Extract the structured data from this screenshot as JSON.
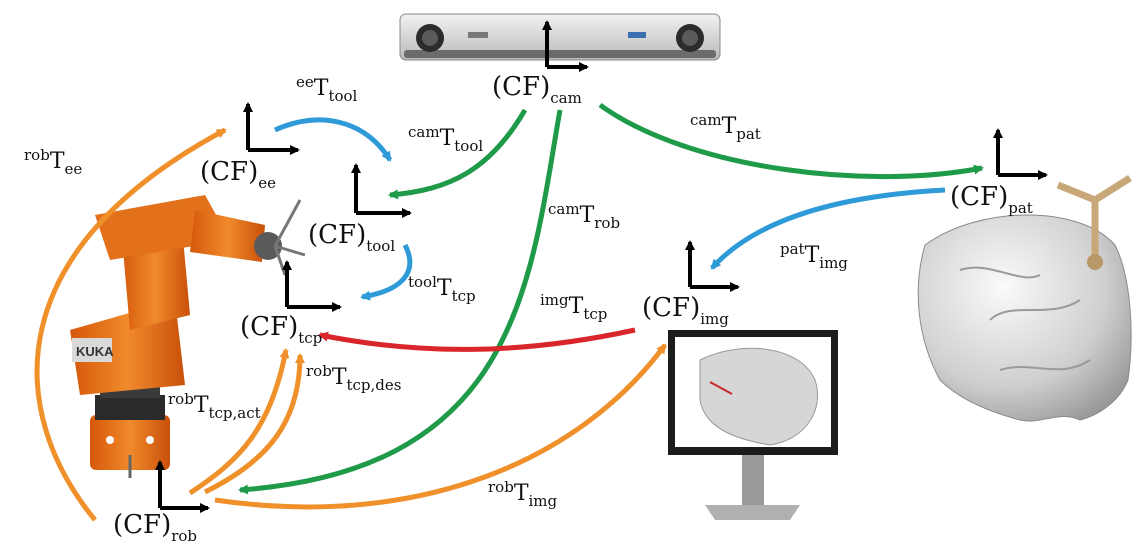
{
  "colors": {
    "orange": "#F0902A",
    "green": "#1E9A48",
    "blue": "#2F9AD8",
    "red": "#D8262C",
    "axis": "#000000"
  },
  "frames": {
    "cam": {
      "base": "(CF)",
      "sub": "cam"
    },
    "ee": {
      "base": "(CF)",
      "sub": "ee"
    },
    "tool": {
      "base": "(CF)",
      "sub": "tool"
    },
    "tcp": {
      "base": "(CF)",
      "sub": "tcp"
    },
    "rob": {
      "base": "(CF)",
      "sub": "rob"
    },
    "pat": {
      "base": "(CF)",
      "sub": "pat"
    },
    "img": {
      "base": "(CF)",
      "sub": "img"
    }
  },
  "transforms": {
    "ee_tool": {
      "sup": "ee",
      "base": "T",
      "sub": "tool"
    },
    "cam_tool": {
      "sup": "cam",
      "base": "T",
      "sub": "tool"
    },
    "cam_pat": {
      "sup": "cam",
      "base": "T",
      "sub": "pat"
    },
    "rob_ee": {
      "sup": "rob",
      "base": "T",
      "sub": "ee"
    },
    "cam_rob": {
      "sup": "cam",
      "base": "T",
      "sub": "rob"
    },
    "pat_img": {
      "sup": "pat",
      "base": "T",
      "sub": "img"
    },
    "tool_tcp": {
      "sup": "tool",
      "base": "T",
      "sub": "tcp"
    },
    "img_tcp": {
      "sup": "img",
      "base": "T",
      "sub": "tcp"
    },
    "rob_tcp_act": {
      "sup": "rob",
      "base": "T",
      "sub": "tcp,act"
    },
    "rob_tcp_des": {
      "sup": "rob",
      "base": "T",
      "sub": "tcp,des"
    },
    "rob_img": {
      "sup": "rob",
      "base": "T",
      "sub": "img"
    }
  },
  "icons": {
    "camera": "tracking-camera-icon",
    "robot": "robot-arm-icon",
    "monitor": "monitor-icon",
    "skull": "skull-model-icon",
    "marker": "tracking-marker-icon"
  }
}
